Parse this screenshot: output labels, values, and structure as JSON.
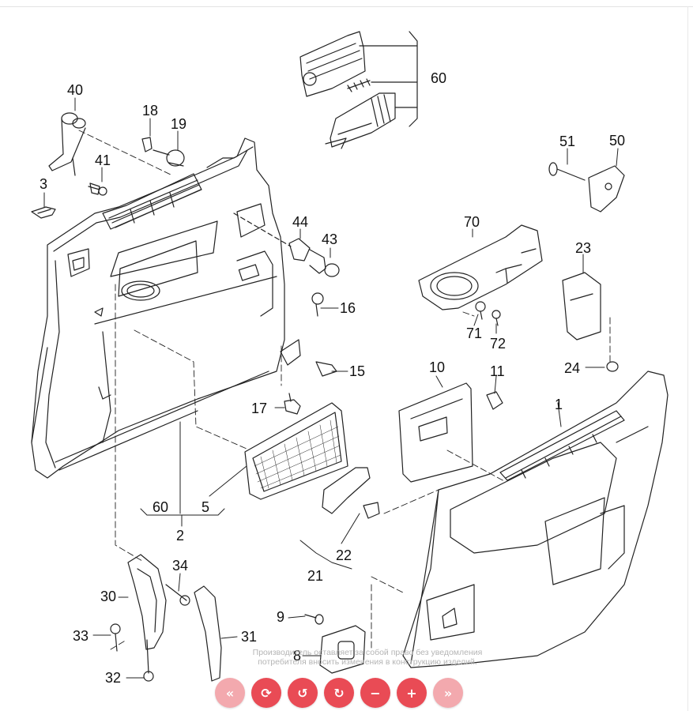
{
  "callouts": [
    {
      "id": "c40",
      "text": "40"
    },
    {
      "id": "c18",
      "text": "18"
    },
    {
      "id": "c19",
      "text": "19"
    },
    {
      "id": "c41",
      "text": "41"
    },
    {
      "id": "c3",
      "text": "3"
    },
    {
      "id": "c60a",
      "text": "60"
    },
    {
      "id": "c51",
      "text": "51"
    },
    {
      "id": "c50",
      "text": "50"
    },
    {
      "id": "c70",
      "text": "70"
    },
    {
      "id": "c44",
      "text": "44"
    },
    {
      "id": "c43",
      "text": "43"
    },
    {
      "id": "c23",
      "text": "23"
    },
    {
      "id": "c16",
      "text": "16"
    },
    {
      "id": "c71",
      "text": "71"
    },
    {
      "id": "c72",
      "text": "72"
    },
    {
      "id": "c15",
      "text": "15"
    },
    {
      "id": "c24",
      "text": "24"
    },
    {
      "id": "c10",
      "text": "10"
    },
    {
      "id": "c11",
      "text": "11"
    },
    {
      "id": "c17",
      "text": "17"
    },
    {
      "id": "c1",
      "text": "1"
    },
    {
      "id": "c60b",
      "text": "60"
    },
    {
      "id": "c5",
      "text": "5"
    },
    {
      "id": "c2",
      "text": "2"
    },
    {
      "id": "c22",
      "text": "22"
    },
    {
      "id": "c21",
      "text": "21"
    },
    {
      "id": "c34",
      "text": "34"
    },
    {
      "id": "c30",
      "text": "30"
    },
    {
      "id": "c9",
      "text": "9"
    },
    {
      "id": "c33",
      "text": "33"
    },
    {
      "id": "c31",
      "text": "31"
    },
    {
      "id": "c8",
      "text": "8"
    },
    {
      "id": "c32",
      "text": "32"
    }
  ],
  "watermark": {
    "line1": "Производитель оставляет за собой право без уведомления",
    "line2": "потребителя вносить изменения в конструкцию изделий."
  },
  "toolbar": {
    "buttons": [
      {
        "name": "first-page-button",
        "icon": "«",
        "disabled": true
      },
      {
        "name": "refresh-button",
        "icon": "⟳",
        "disabled": false
      },
      {
        "name": "rotate-left-button",
        "icon": "↺",
        "disabled": false
      },
      {
        "name": "rotate-right-button",
        "icon": "↻",
        "disabled": false
      },
      {
        "name": "zoom-out-button",
        "icon": "−",
        "disabled": false
      },
      {
        "name": "zoom-in-button",
        "icon": "+",
        "disabled": false
      },
      {
        "name": "last-page-button",
        "icon": "»",
        "disabled": true
      }
    ]
  }
}
